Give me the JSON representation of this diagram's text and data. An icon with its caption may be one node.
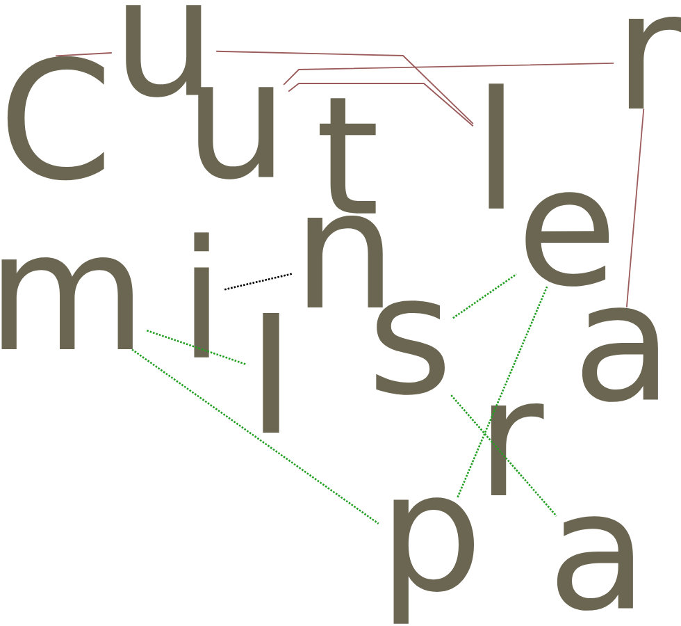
{
  "diagram": {
    "nodes": [
      {
        "text": [
          "C"
        ]
      },
      {
        "text": [
          "u"
        ]
      },
      {
        "text": [
          "u"
        ]
      },
      {
        "text": [
          "t"
        ]
      },
      {
        "text": [
          "l"
        ]
      },
      {
        "text": [
          "r"
        ]
      },
      {
        "text": [
          "n"
        ]
      },
      {
        "text": [
          "e"
        ]
      },
      {
        "text": [
          "m"
        ]
      },
      {
        "text": [
          "i"
        ]
      },
      {
        "text": [
          "I"
        ]
      },
      {
        "text": [
          "s"
        ]
      },
      {
        "text": [
          "a"
        ]
      },
      {
        "text": [
          "r"
        ]
      },
      {
        "text": [
          "p"
        ]
      },
      {
        "text": [
          "a"
        ]
      }
    ],
    "edges": [
      {
        "from": 0,
        "to": 1,
        "arrow": "none",
        "color": "#9b5b5b"
      },
      {
        "from": 1,
        "to": 4,
        "arrow": "none",
        "color": "#9b5b5b"
      },
      {
        "from": 2,
        "to": 4,
        "arrow": "none",
        "color": "#9b5b5b"
      },
      {
        "from": 2,
        "to": 5,
        "arrow": "none",
        "color": "#9b5b5b"
      },
      {
        "from": 5,
        "to": 12,
        "arrow": "none",
        "color": "#9b5b5b"
      },
      {
        "from": 9,
        "to": 6,
        "arrow": "none",
        "style": "dashed",
        "color": "#000000"
      },
      {
        "from": 8,
        "to": 10,
        "arrow": "none",
        "style": "dashed",
        "color": "#22a022"
      },
      {
        "from": 8,
        "to": 14,
        "arrow": "none",
        "style": "dashed",
        "color": "#22a022"
      },
      {
        "from": 14,
        "to": 7,
        "arrow": "none",
        "style": "dashed",
        "color": "#22a022"
      },
      {
        "from": 11,
        "to": 7,
        "arrow": "none",
        "style": "dashed",
        "color": "#22a022"
      },
      {
        "from": 11,
        "to": 15,
        "arrow": "none",
        "style": "dashed",
        "color": "#22a022"
      }
    ]
  }
}
